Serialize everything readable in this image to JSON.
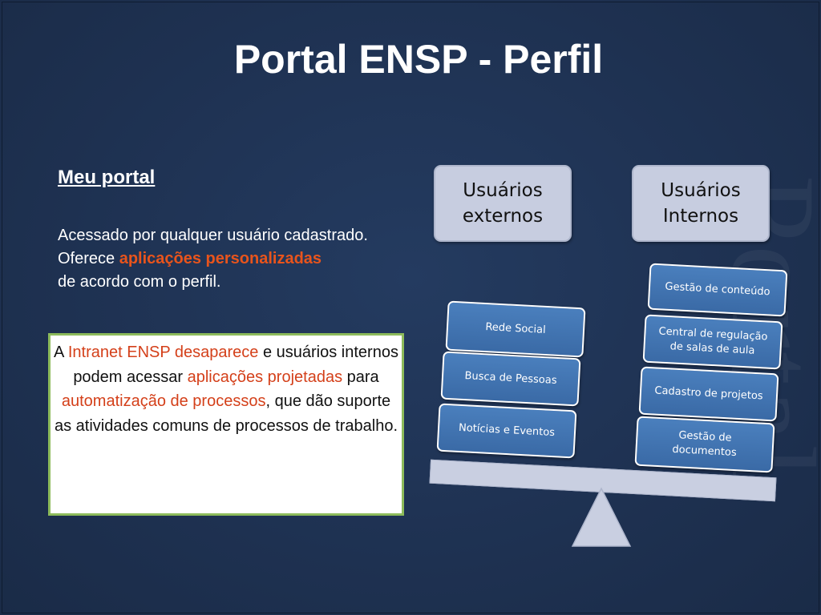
{
  "title": "Portal ENSP - Perfil",
  "watermark": "Portal",
  "section": {
    "heading": "Meu portal",
    "line1": "Acessado por qualquer usuário cadastrado.",
    "line2_prefix": "Oferece ",
    "line2_highlight": "aplicações personalizadas",
    "line3": "de acordo com o perfil."
  },
  "note": {
    "p1": "A ",
    "h1": "Intranet ENSP desaparece",
    "p2": " e usuários internos podem acessar ",
    "h2": "aplicações projetadas",
    "p3": " para ",
    "h3": "automatização de processos",
    "p4": ", que dão suporte as atividades comuns de processos de trabalho."
  },
  "diagram": {
    "external": {
      "label": "Usuários externos",
      "items": [
        "Rede Social",
        "Busca de Pessoas",
        "Notícias e Eventos"
      ]
    },
    "internal": {
      "label": "Usuários Internos",
      "items": [
        "Gestão de conteúdo",
        "Central de regulação de salas de aula",
        "Cadastro de projetos",
        "Gestão de documentos"
      ]
    }
  },
  "colors": {
    "background": "#1f3354",
    "highlight": "#e8541c",
    "box_fill": "#c7cde0",
    "item_fill": "#4278b6",
    "note_border": "#8dbb5b"
  }
}
